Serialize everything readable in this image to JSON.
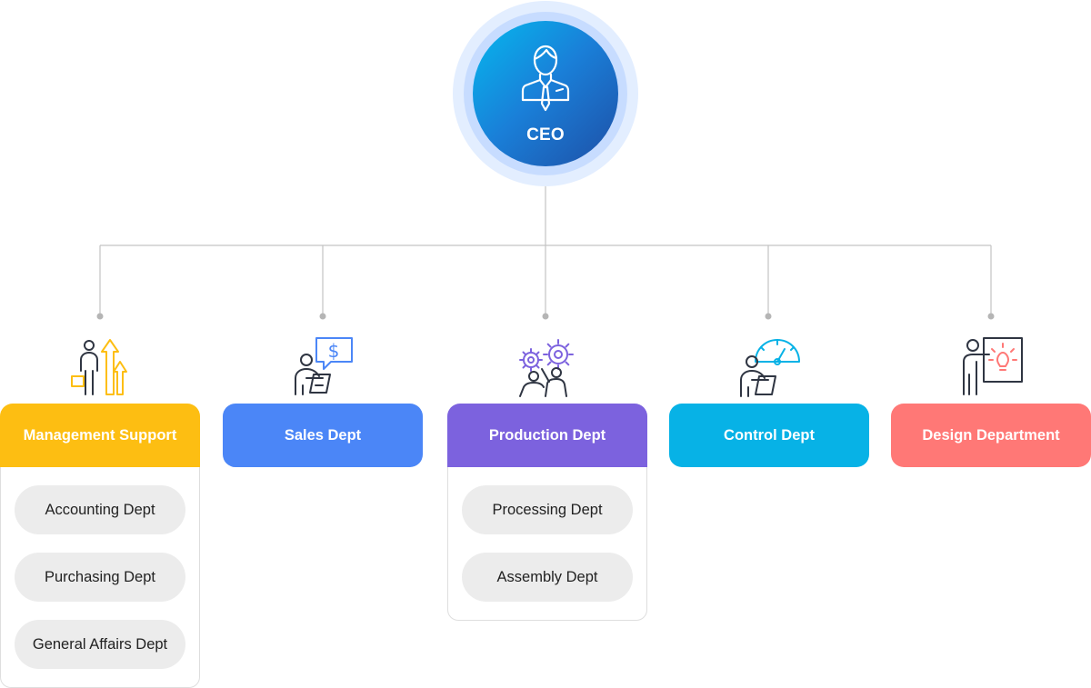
{
  "ceo": {
    "label": "CEO",
    "icon": "businessman-icon",
    "gradient": [
      "#05b8ee",
      "#1e4fa6"
    ],
    "halo_colors": [
      "#e3eeff",
      "#c7dcff"
    ]
  },
  "departments": [
    {
      "label": "Management Support",
      "color": "#fdbe12",
      "icon": "growth-arrows-person-icon",
      "sub_items": [
        "Accounting Dept",
        "Purchasing Dept",
        "General Affairs Dept"
      ]
    },
    {
      "label": "Sales Dept",
      "color": "#4b86f7",
      "icon": "sales-dollar-bubble-icon",
      "sub_items": []
    },
    {
      "label": "Production Dept",
      "color": "#7c62de",
      "icon": "gears-team-icon",
      "sub_items": [
        "Processing Dept",
        "Assembly Dept"
      ]
    },
    {
      "label": "Control Dept",
      "color": "#07b2e6",
      "icon": "gauge-person-icon",
      "sub_items": []
    },
    {
      "label": "Design Department",
      "color": "#ff7876",
      "icon": "presentation-idea-icon",
      "sub_items": []
    }
  ],
  "connector_color": "#c3c3c3",
  "sub_item_background": "#ececec"
}
